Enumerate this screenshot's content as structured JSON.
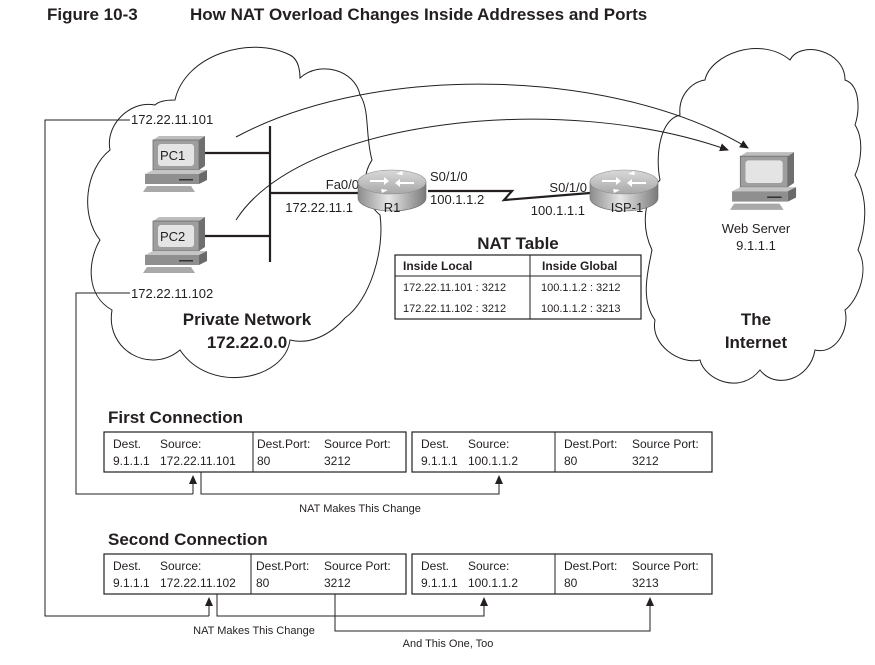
{
  "figure": {
    "number": "Figure 10-3",
    "title": "How NAT Overload Changes Inside Addresses and Ports"
  },
  "private_network": {
    "label_line1": "Private Network",
    "label_line2": "172.22.0.0",
    "pc1": {
      "name": "PC1",
      "ip": "172.22.11.101"
    },
    "pc2": {
      "name": "PC2",
      "ip": "172.22.11.102"
    }
  },
  "r1": {
    "name": "R1",
    "lan_interface": "Fa0/0",
    "lan_ip": "172.22.11.1",
    "wan_interface": "S0/1/0",
    "wan_ip": "100.1.1.2"
  },
  "isp": {
    "name": "ISP-1",
    "interface": "S0/1/0",
    "ip": "100.1.1.1"
  },
  "internet": {
    "label_line1": "The",
    "label_line2": "Internet",
    "web_server": {
      "name": "Web Server",
      "ip": "9.1.1.1"
    }
  },
  "nat_table": {
    "title": "NAT Table",
    "headers": [
      "Inside Local",
      "Inside Global"
    ],
    "rows": [
      [
        "172.22.11.101 : 3212",
        "100.1.1.2 : 3212"
      ],
      [
        "172.22.11.102 : 3212",
        "100.1.1.2 : 3213"
      ]
    ]
  },
  "connections": [
    {
      "title": "First Connection",
      "before": {
        "dest_label": "Dest.",
        "dest": "9.1.1.1",
        "source_label": "Source:",
        "source": "172.22.11.101",
        "dest_port_label": "Dest.Port:",
        "dest_port": "80",
        "source_port_label": "Source Port:",
        "source_port": "3212"
      },
      "after": {
        "dest_label": "Dest.",
        "dest": "9.1.1.1",
        "source_label": "Source:",
        "source": "100.1.1.2",
        "dest_port_label": "Dest.Port:",
        "dest_port": "80",
        "source_port_label": "Source Port:",
        "source_port": "3212"
      },
      "annotations": [
        "NAT Makes This Change"
      ]
    },
    {
      "title": "Second Connection",
      "before": {
        "dest_label": "Dest.",
        "dest": "9.1.1.1",
        "source_label": "Source:",
        "source": "172.22.11.102",
        "dest_port_label": "Dest.Port:",
        "dest_port": "80",
        "source_port_label": "Source Port:",
        "source_port": "3212"
      },
      "after": {
        "dest_label": "Dest.",
        "dest": "9.1.1.1",
        "source_label": "Source:",
        "source": "100.1.1.2",
        "dest_port_label": "Dest.Port:",
        "dest_port": "80",
        "source_port_label": "Source Port:",
        "source_port": "3213"
      },
      "annotations": [
        "NAT Makes This Change",
        "And This One, Too"
      ]
    }
  ]
}
